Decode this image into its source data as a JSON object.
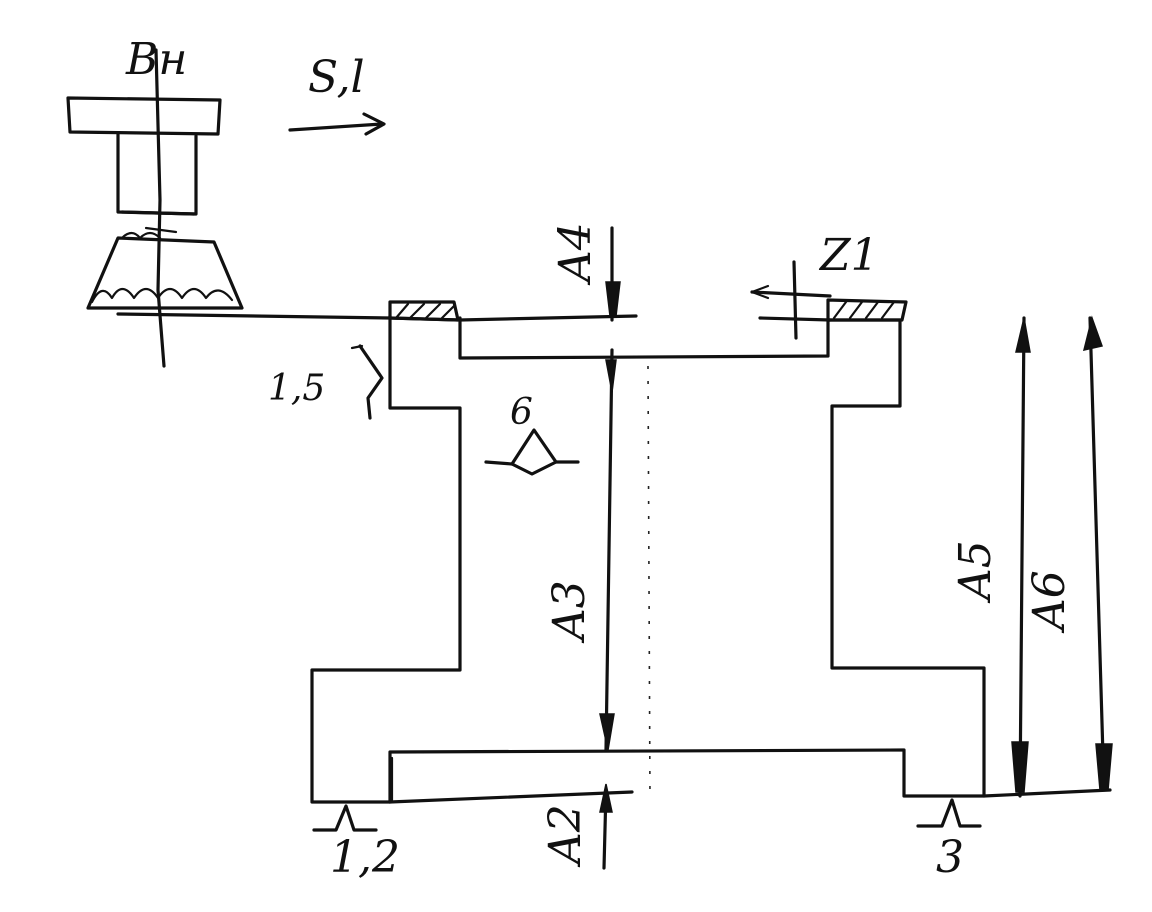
{
  "labels": {
    "tool": "Bн",
    "feed": "S,l",
    "roughness": "1,5",
    "dim_a4": "A4",
    "dim_z1": "Z1",
    "dim_a3": "A3",
    "dim_a2": "A2",
    "dim_a5": "A5",
    "dim_a6": "A6",
    "base_left": "1,2",
    "base_right": "3",
    "locator": "6"
  },
  "colors": {
    "ink": "#111111",
    "paper": "#ffffff"
  }
}
